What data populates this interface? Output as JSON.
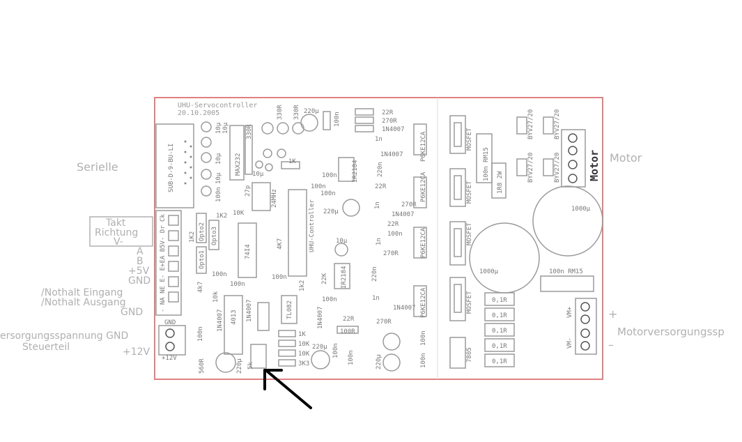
{
  "board": {
    "title": "UHU-Servocontroller",
    "date": "20.10.2005",
    "border_color": "#e08080"
  },
  "external_labels": {
    "serielle": "Serielle",
    "takt": "Takt",
    "richtung": "Richtung",
    "v_minus": "V-",
    "a": "A",
    "b": "B",
    "plus5v": "+5V",
    "gnd1": "GND",
    "nothalt_eingang": "/Nothalt Eingang",
    "nothalt_ausgang": "/Nothalt Ausgang",
    "gnd2": "GND",
    "versorgung": "ersorgungsspannung GND",
    "steuerteil": "Steuerteil",
    "plus12v": "+12V",
    "motor": "Motor",
    "plus": "+",
    "minus": "–",
    "motorversorgung": "Motorversorgungssp"
  },
  "component_labels": {
    "sub_d": "SUB-D-9-BU-LI",
    "max232": "MAX232",
    "c10u_a": "10µ",
    "c10u_b": "10µ",
    "c10u_c": "10µ",
    "c10u_d": "10µ",
    "c10u_e": "10µ",
    "c100n_a": "100n",
    "r330_a": "330R",
    "r330_b": "330R",
    "r330_c": "330R",
    "c220u_top": "220µ",
    "c100n_top": "100n",
    "r1k_top": "1K",
    "c27p": "27p",
    "xtal": "24MHz",
    "r10k_a": "10K",
    "r1k2_a": "1K2",
    "r1k2_b": "1K2",
    "opto2": "Opto2",
    "opto3": "Opto3",
    "opto1": "Opto1",
    "hc74": "74I4",
    "r4k7_a": "4K7",
    "uhu": "UHU-Controller",
    "c100n_b": "100n",
    "c100n_c": "100n",
    "c100n_d": "100n",
    "r4k7_b": "4k7",
    "r10k_b": "10k",
    "c100n_e": "100n",
    "ic4013": "4013",
    "d1n4007_a": "1N4007",
    "d1n4007_b": "1N4007",
    "tl082": "TL082",
    "r1k2_c": "1k2",
    "r22k": "22K",
    "c100n_f": "100n",
    "ir2184_a": "IR2184",
    "ir2184_b": "IR2184",
    "d1n4007_top": "1N4007",
    "d1n4007_c": "1N4007",
    "d1n4007_d": "1N4007",
    "d1n4007_e": "1N4007",
    "d1n4007_f": "1N4007",
    "r22_a": "22R",
    "r270_a": "270R",
    "r22_b": "22R",
    "r270_b": "270R",
    "r22_c": "22R",
    "r270_c": "270R",
    "r22_d": "22R",
    "r270_d": "270R",
    "c1n_a": "1n",
    "c1n_b": "1n",
    "c1n_c": "1n",
    "c1n_d": "1n",
    "c220n_a": "220n",
    "c220n_b": "220n",
    "c100n_g": "100n",
    "c100n_h": "100n",
    "c100n_i": "100n",
    "c220u_a": "220µ",
    "c10u_f": "10µ",
    "p6ke_a": "P6KE12CA",
    "p6ke_b": "P6KE12CA",
    "p6ke_c": "P6KE12CA",
    "p6ke_d": "P6KE12CA",
    "mosfet_a": "MOSFET",
    "mosfet_b": "MOSFET",
    "mosfet_c": "MOSFET",
    "mosfet_d": "MOSFET",
    "c100n_rm15_a": "100n RM15",
    "c100n_rm15_b": "100n RM15",
    "r1r8": "1R8 2W",
    "byv_a": "BYV27/20",
    "byv_b": "BYV27/20",
    "byv_c": "BYV27/20",
    "byv_d": "BYV27/20",
    "motor_conn": "Motor",
    "c1000u_a": "1000µ",
    "c1000u_b": "1000µ",
    "r01_a": "0,1R",
    "r01_b": "0,1R",
    "r01_c": "0,1R",
    "r01_d": "0,1R",
    "r01_e": "0,1R",
    "vm_plus": "VM+",
    "vm_minus": "VM-",
    "v7805": "7805",
    "gnd_conn": "GND",
    "plus12_conn": "+12V",
    "r560": "560R",
    "c100n_j": "100n",
    "c220u_b": "220µ",
    "r5k": "5k",
    "r1k_b": "1K",
    "r10k_c": "10K",
    "r10k_d": "10K",
    "r3k3": "3K3",
    "c220u_c": "220µ",
    "c220u_d": "220µ",
    "c100n_k": "100n",
    "c100n_l": "100n",
    "c100n_m": "100n",
    "r100_a": "100R",
    "c100n_n": "100n",
    "conn_pins": "- NA NE E- E+EA B5V- Dr Ck"
  },
  "colors": {
    "silkscreen": "#9a9a9a",
    "external_text": "#b0b0b0",
    "arrow": "#000000"
  }
}
